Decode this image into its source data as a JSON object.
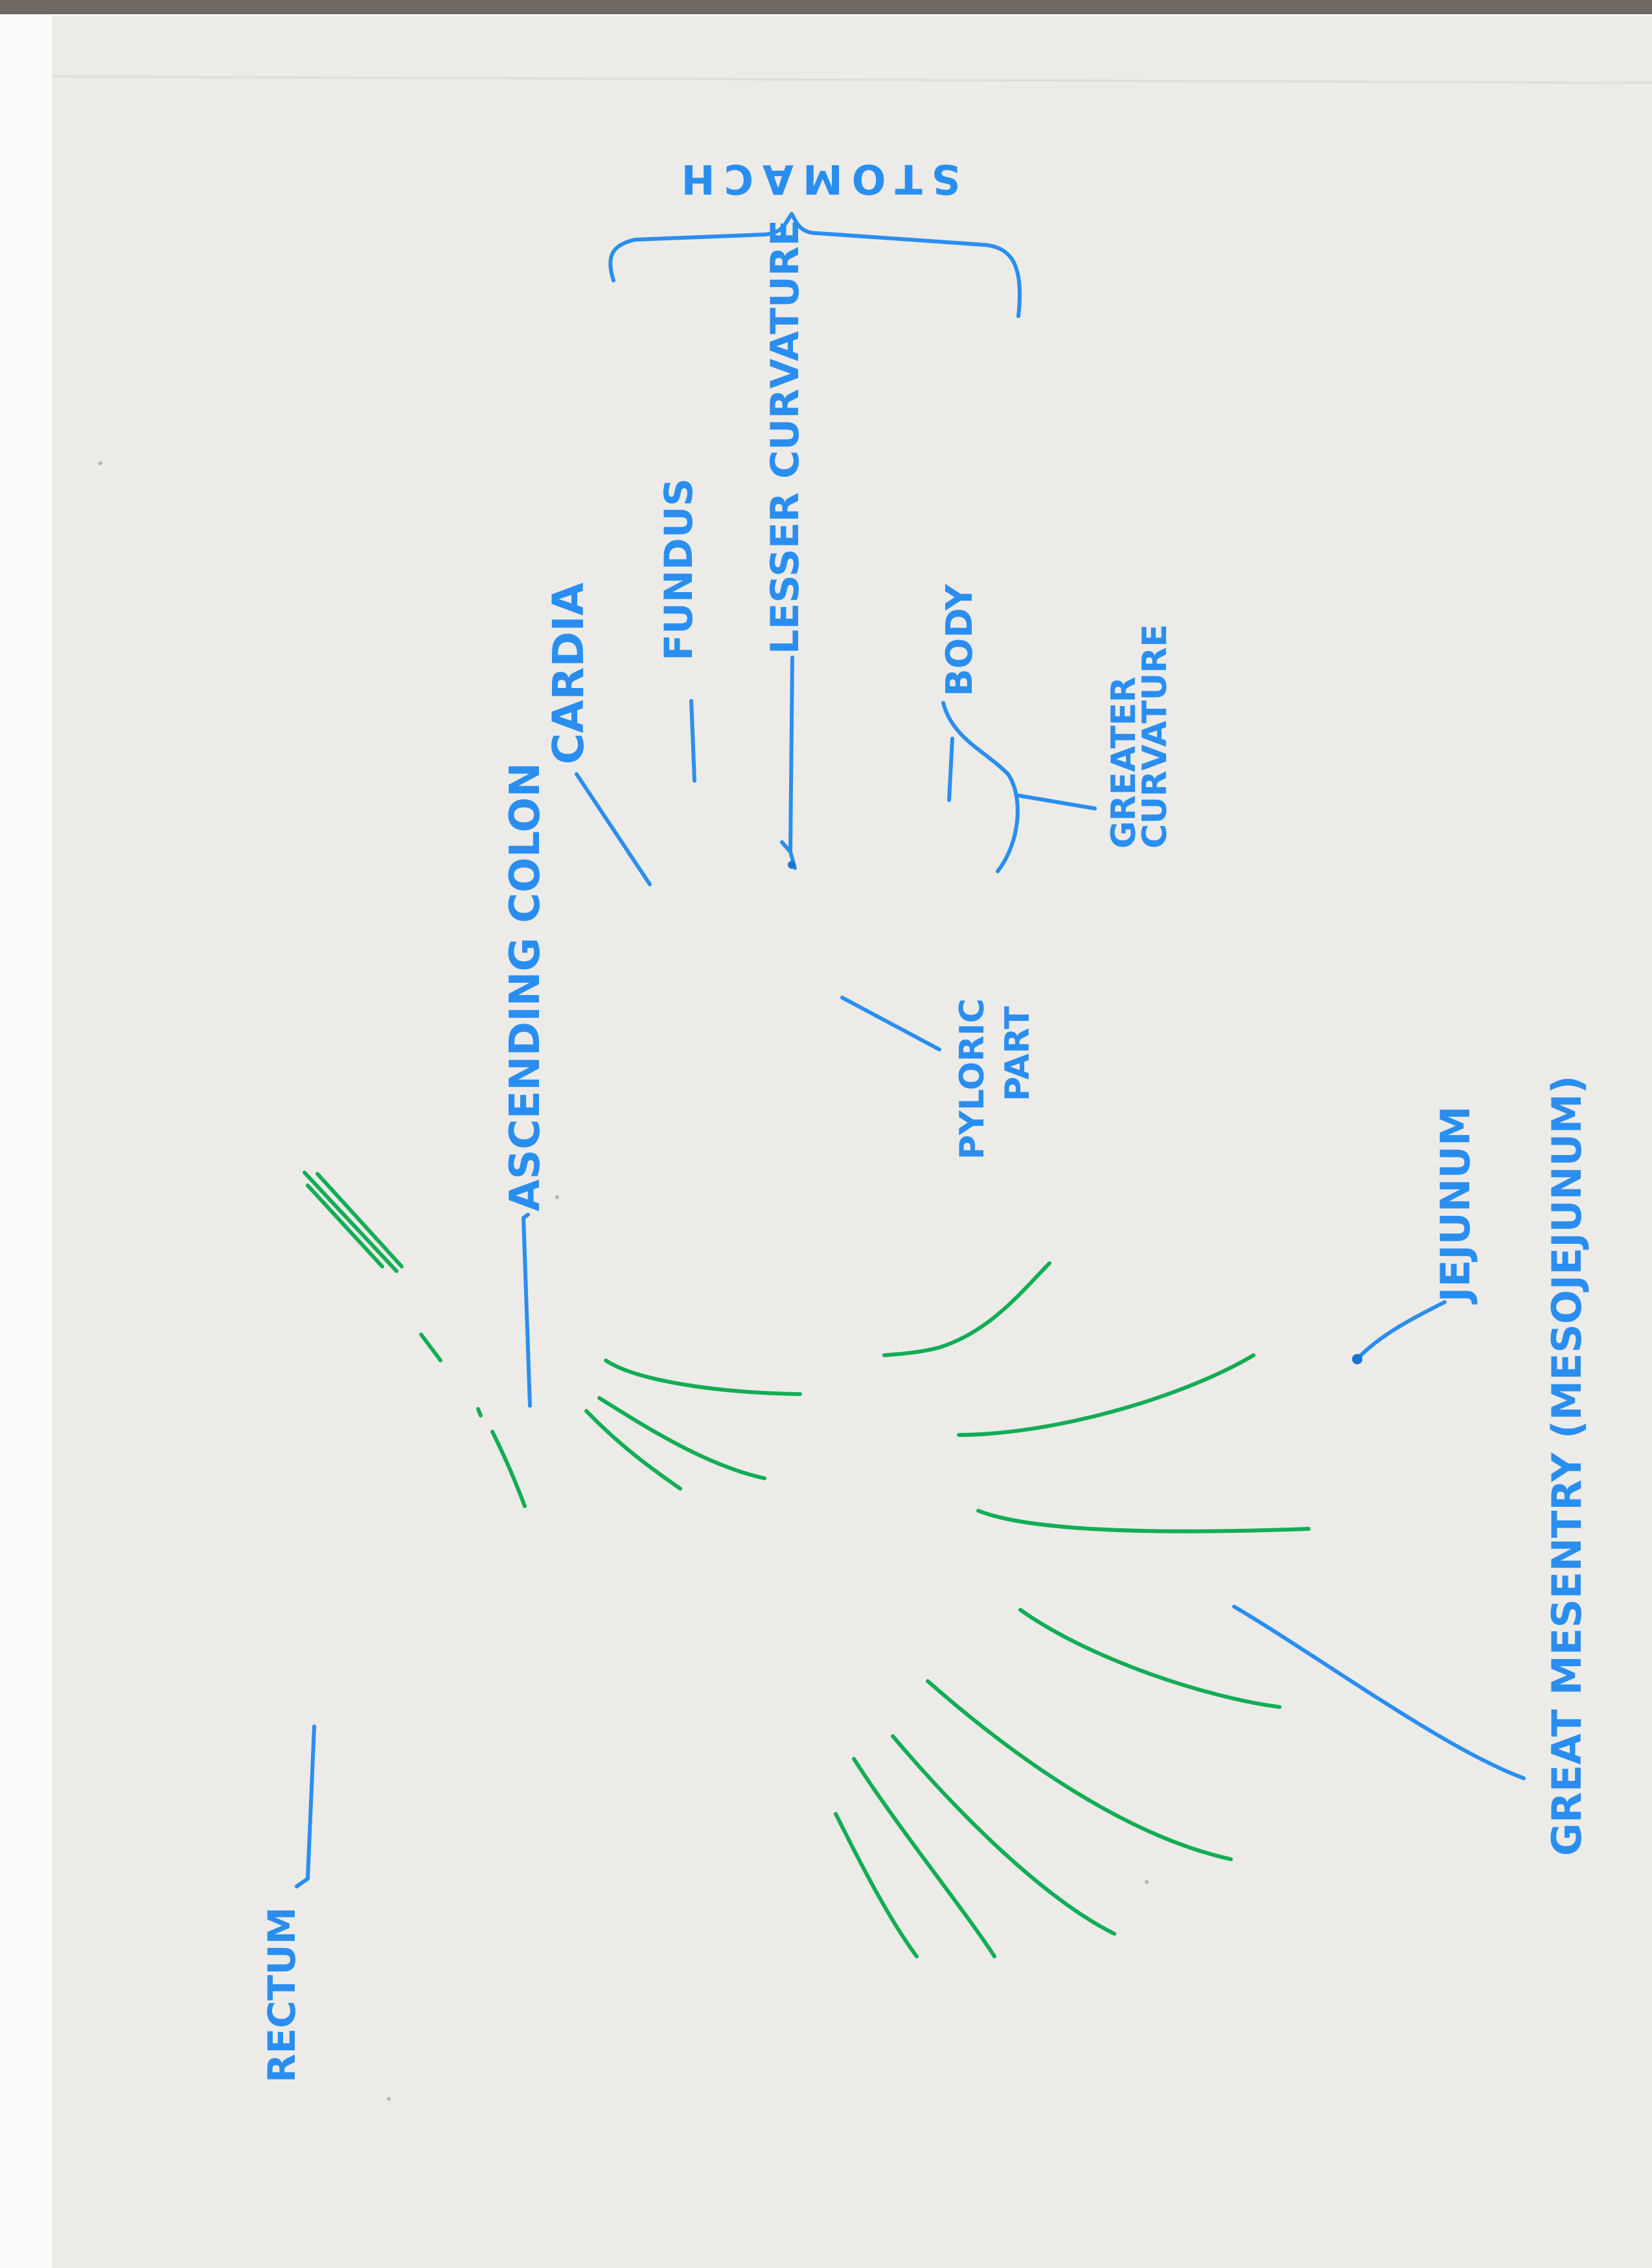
{
  "colors": {
    "paper": "#ecebe8",
    "page_border": "#ffffff",
    "label_ink": "#2a8ef0",
    "dark_ink": "#1e73d2",
    "stroke_ink": "#12ad55",
    "top_strip": "#6f6863"
  },
  "labels": {
    "stomach": "STOMACH",
    "lesser_curvature": "LESSER CURVATURE",
    "fundus": "FUNDUS",
    "cardia": "CARDIA",
    "body": "BODY",
    "greater_curvature_1": "GREATER",
    "greater_curvature_2": "CURVATURE",
    "ascending_colon": "ASCENDING COLON",
    "pyloric_1": "PYLORIC",
    "pyloric_2": "PART",
    "jejunum": "JEJUNUM",
    "mesentery_main": "GREAT MESENTRY (MESOJEJUNUM)",
    "rectum": "RECTUM"
  }
}
